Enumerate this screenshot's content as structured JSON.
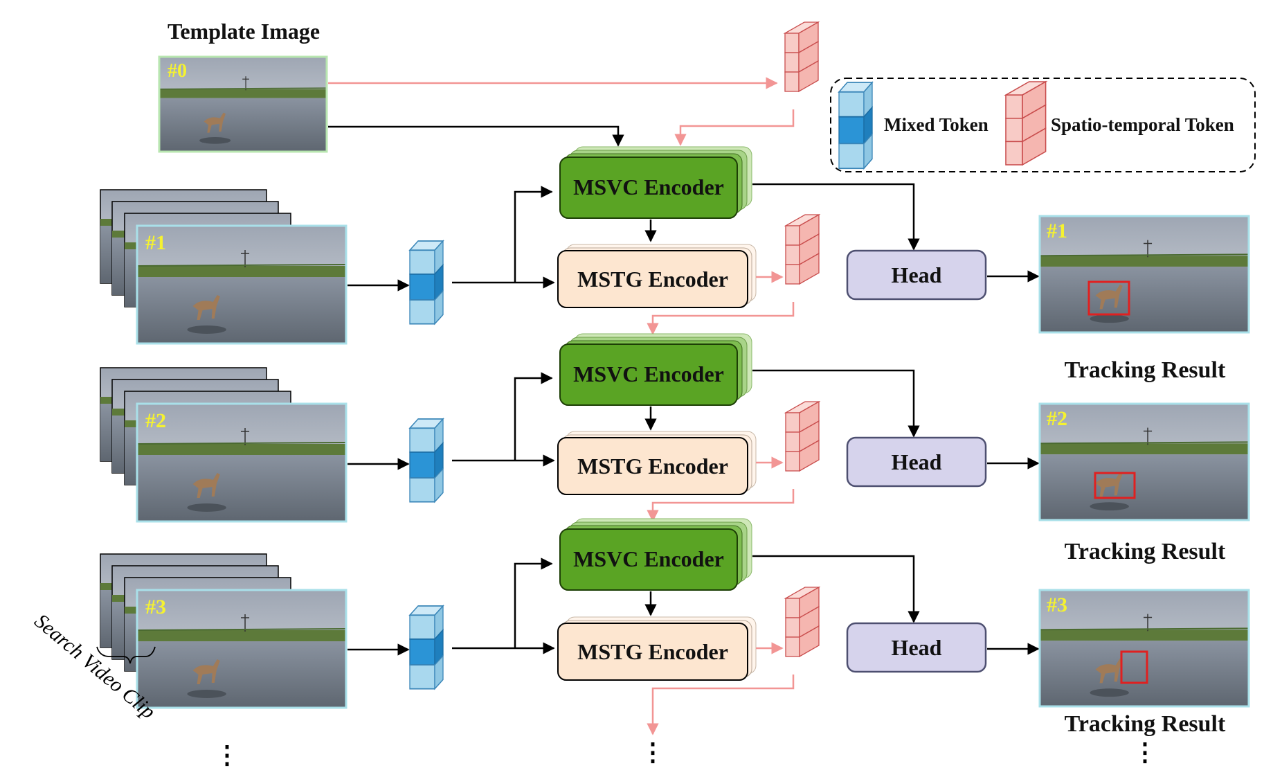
{
  "template": {
    "title": "Template Image",
    "frame_label": "#0"
  },
  "legend": {
    "mixed": "Mixed Token",
    "st": "Spatio-temporal Token"
  },
  "encoders": {
    "msvc": "MSVC Encoder",
    "mstg": "MSTG Encoder",
    "head": "Head"
  },
  "rows": [
    {
      "frame_label": "#1",
      "result_label": "#1"
    },
    {
      "frame_label": "#2",
      "result_label": "#2"
    },
    {
      "frame_label": "#3",
      "result_label": "#3"
    }
  ],
  "tracking_result": "Tracking Result",
  "search_clip": "Search Video Clip",
  "ellipsis": "⋮",
  "colors": {
    "arrow_pink": "#f29594",
    "mixed_token": "#a9d8ee",
    "mixed_token_mid": "#2b94d6",
    "st_token": "#f8cbc6",
    "msvc": "#5aa424",
    "mstg": "#fde6d0",
    "head": "#d6d3ec",
    "box_red": "#e02020"
  }
}
